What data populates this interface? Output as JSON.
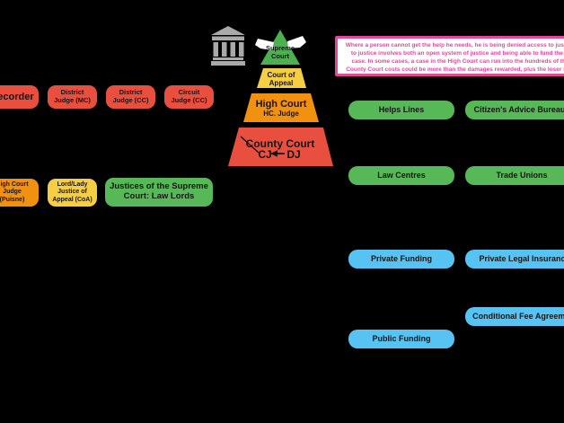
{
  "colors": {
    "background": "#000000",
    "red": "#e94f3f",
    "orange": "#f29110",
    "yellow": "#f6ce44",
    "green_box": "#57b857",
    "green_triangle": "#4caf50",
    "blue": "#56c3f2",
    "note_pink": "#e8459d",
    "courthouse_gray": "#a9a9a9"
  },
  "judges": {
    "recorder": "Recorder",
    "district_mc": "District\nJudge (MC)",
    "district_cc": "District\nJudge (CC)",
    "circuit_cc": "Circuit\nJudge (CC)",
    "high_court": "High Court\nJudge\n(Puisne)",
    "lord_lady": "Lord/Lady\nJustice of\nAppeal (CoA)",
    "justices": "Justices of the Supreme\nCourt: Law Lords"
  },
  "pyramid": {
    "supreme": {
      "line1": "Supreme",
      "line2": "Court"
    },
    "appeal": {
      "line1": "Court of",
      "line2": "Appeal"
    },
    "high": {
      "line1": "High Court",
      "line2": "HC. Judge"
    },
    "county": {
      "line1": "County Court",
      "cj": "CJ",
      "dj": "DJ"
    }
  },
  "note": {
    "text": "Where a person cannot get the help he needs, he is being denied access to justice. Access to justice involves both an open system of justice and being able to fund the costs of a case. In some cases, a case in the High Court can run into the hundreds of thousands. County Court costs could be more than the damages rewarded, plus the loser may have to pay for the winner's costs."
  },
  "help": {
    "helps_lines": "Helps Lines",
    "citizens_advice": "Citizen's Advice Bureaux",
    "law_centres": "Law Centres",
    "trade_unions": "Trade Unions"
  },
  "funding": {
    "private": "Private Funding",
    "private_legal": "Private Legal Insurance",
    "conditional": "Conditional Fee Agreements",
    "public": "Public Funding"
  }
}
